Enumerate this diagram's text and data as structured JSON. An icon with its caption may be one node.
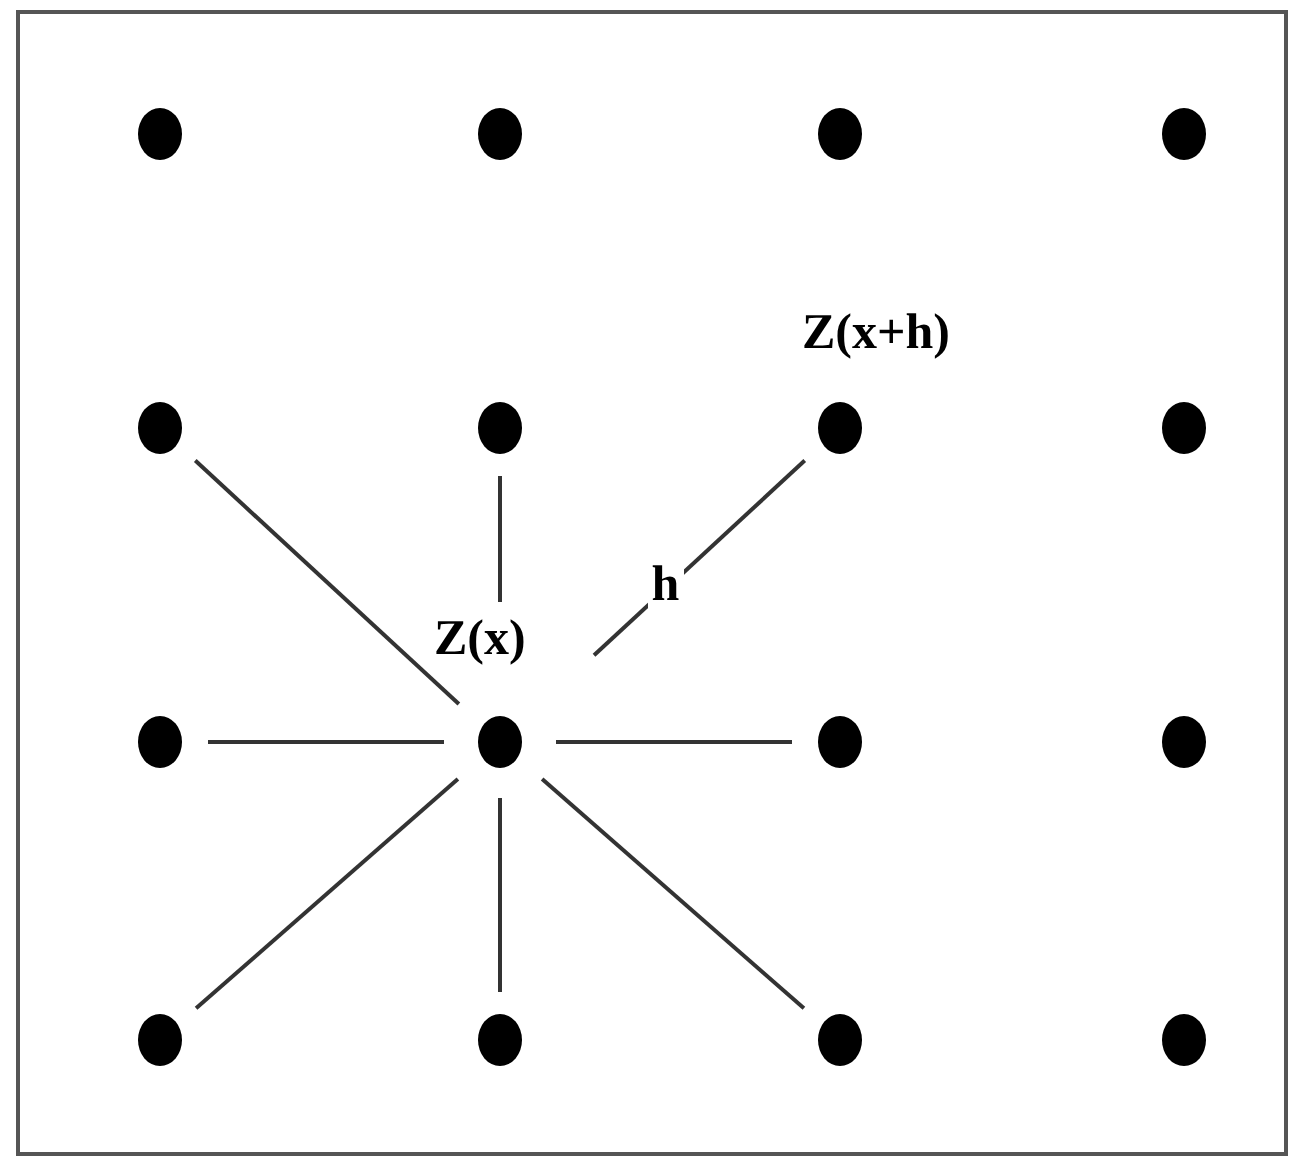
{
  "diagram": {
    "nodes": [
      {
        "text": [],
        "shape": "circle"
      },
      {
        "text": [],
        "shape": "circle"
      },
      {
        "text": [],
        "shape": "circle"
      },
      {
        "text": [],
        "shape": "circle"
      },
      {
        "text": [],
        "shape": "circle"
      },
      {
        "text": [],
        "shape": "circle"
      },
      {
        "text": [
          "Z(x+h)"
        ]
      },
      {
        "text": [],
        "shape": "circle"
      },
      {
        "text": [],
        "shape": "circle"
      },
      {
        "text": [
          "Z(x)"
        ]
      },
      {
        "text": [],
        "shape": "circle"
      },
      {
        "text": [],
        "shape": "circle"
      },
      {
        "text": [],
        "shape": "circle"
      },
      {
        "text": [],
        "shape": "circle"
      },
      {
        "text": [],
        "shape": "circle"
      },
      {
        "text": [],
        "shape": "circle"
      }
    ],
    "edges": [
      {
        "from": 9,
        "to": 4,
        "arrow": "none"
      },
      {
        "from": 9,
        "to": 5,
        "arrow": "none"
      },
      {
        "from": 9,
        "to": 6,
        "arrow": "none",
        "label": "h"
      },
      {
        "from": 9,
        "to": 8,
        "arrow": "none"
      },
      {
        "from": 9,
        "to": 10,
        "arrow": "none"
      },
      {
        "from": 9,
        "to": 12,
        "arrow": "none"
      },
      {
        "from": 9,
        "to": 13,
        "arrow": "none"
      },
      {
        "from": 9,
        "to": 14,
        "arrow": "none"
      }
    ]
  }
}
